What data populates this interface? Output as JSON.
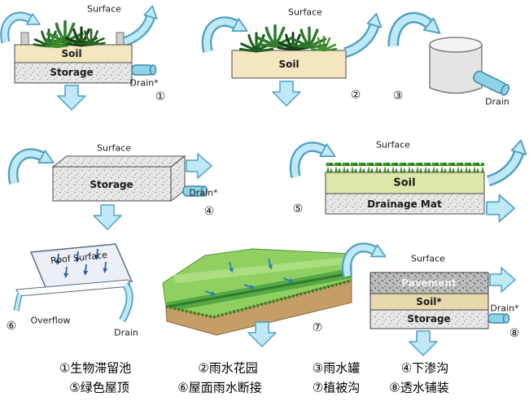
{
  "panels": [
    {
      "id": "bioretention",
      "number": "①",
      "surface_label": "Surface",
      "soil_label": "Soil",
      "storage_label": "Storage",
      "drain_label": "Drain*"
    },
    {
      "id": "rain-garden",
      "number": "②",
      "surface_label": "Surface",
      "soil_label": "Soil"
    },
    {
      "id": "rain-barrel",
      "number": "③",
      "drain_label": "Drain"
    },
    {
      "id": "infiltration-trench",
      "number": "④",
      "surface_label": "Surface",
      "storage_label": "Storage",
      "drain_label": "Drain*"
    },
    {
      "id": "green-roof",
      "number": "⑤",
      "surface_label": "Surface",
      "soil_label": "Soil",
      "mat_label": "Drainage Mat"
    },
    {
      "id": "roof-disconnection",
      "number": "⑥",
      "roof_label": "Roof Surface",
      "overflow_label": "Overflow",
      "drain_label": "Drain"
    },
    {
      "id": "vegetated-swale",
      "number": "⑦"
    },
    {
      "id": "permeable-pavement",
      "number": "⑧",
      "surface_label": "Surface",
      "pavement_label": "Pavement",
      "soil_label": "Soil*",
      "storage_label": "Storage",
      "drain_label": "Drain*"
    }
  ],
  "captions": [
    "①生物滞留池",
    "②雨水花园",
    "③雨水罐",
    "④下渗沟",
    "⑤绿色屋顶",
    "⑥屋面雨水断接",
    "⑦植被沟",
    "⑧透水铺装"
  ],
  "colors": {
    "arrow_fill": "#bfe9f6",
    "arrow_outline": "#4f9fc4",
    "soil": "#f4e6bf",
    "green_roof_soil": "#dde7a9",
    "pipe": "#8ed2e6",
    "grass": "#3e9a27"
  }
}
